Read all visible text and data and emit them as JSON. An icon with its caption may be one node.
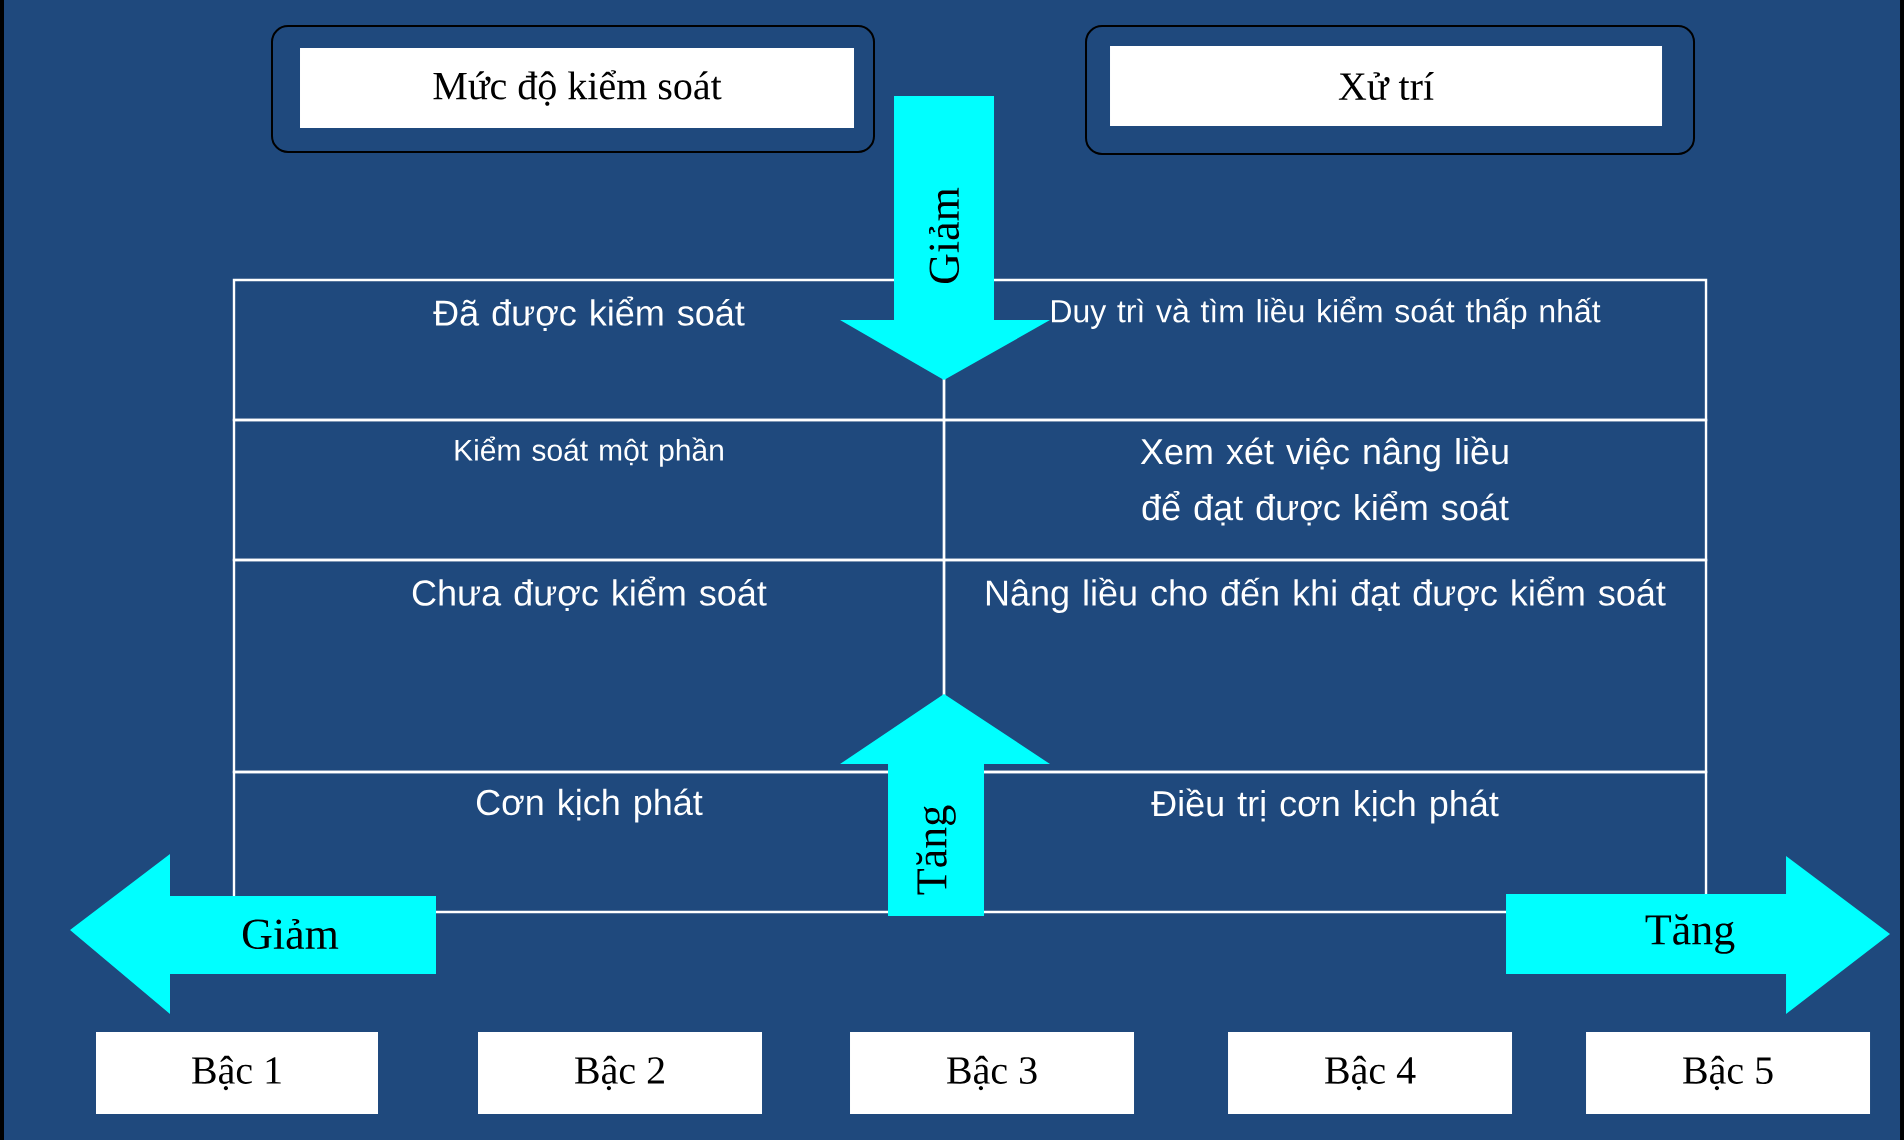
{
  "diagram": {
    "nodes": [
      {
        "text": [
          "Mức độ kiểm soát"
        ]
      },
      {
        "text": [
          "Xử trí"
        ]
      },
      {
        "text": [
          "Giảm"
        ]
      },
      {
        "text": [
          "Đã được kiểm soát"
        ]
      },
      {
        "text": [
          "Duy trì và tìm liều kiểm soát thấp nhất"
        ]
      },
      {
        "text": [
          "Kiểm soát một phần"
        ]
      },
      {
        "text": [
          "Xem xét việc nâng liều để đạt được kiểm soát"
        ]
      },
      {
        "text": [
          "Chưa được kiểm soát"
        ]
      },
      {
        "text": [
          "Nâng liều cho đến khi đạt được kiểm soát"
        ]
      },
      {
        "text": [
          "Cơn kịch phát"
        ]
      },
      {
        "text": [
          "Điều trị cơn kịch phát"
        ]
      },
      {
        "text": [
          "Tăng"
        ]
      },
      {
        "text": [
          "Giảm"
        ]
      },
      {
        "text": [
          "Tăng"
        ]
      },
      {
        "text": [
          "Bậc 1"
        ]
      },
      {
        "text": [
          "Bậc 2"
        ]
      },
      {
        "text": [
          "Bậc 3"
        ]
      },
      {
        "text": [
          "Bậc 4"
        ]
      },
      {
        "text": [
          "Bậc 5"
        ]
      }
    ]
  }
}
